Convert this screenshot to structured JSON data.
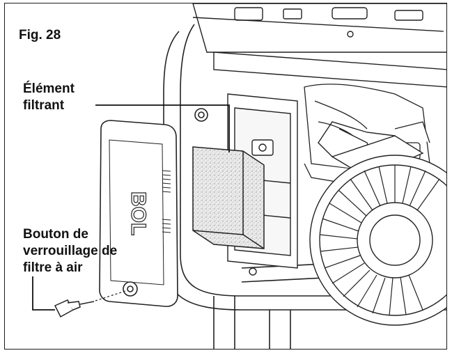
{
  "figure": {
    "label": "Fig. 28"
  },
  "callouts": {
    "filter_element": {
      "line1": "Élément",
      "line2": "filtrant"
    },
    "lock_button": {
      "line1": "Bouton de",
      "line2": "verrouillage de",
      "line3": "filtre à air"
    }
  },
  "housing_text": "BOL"
}
